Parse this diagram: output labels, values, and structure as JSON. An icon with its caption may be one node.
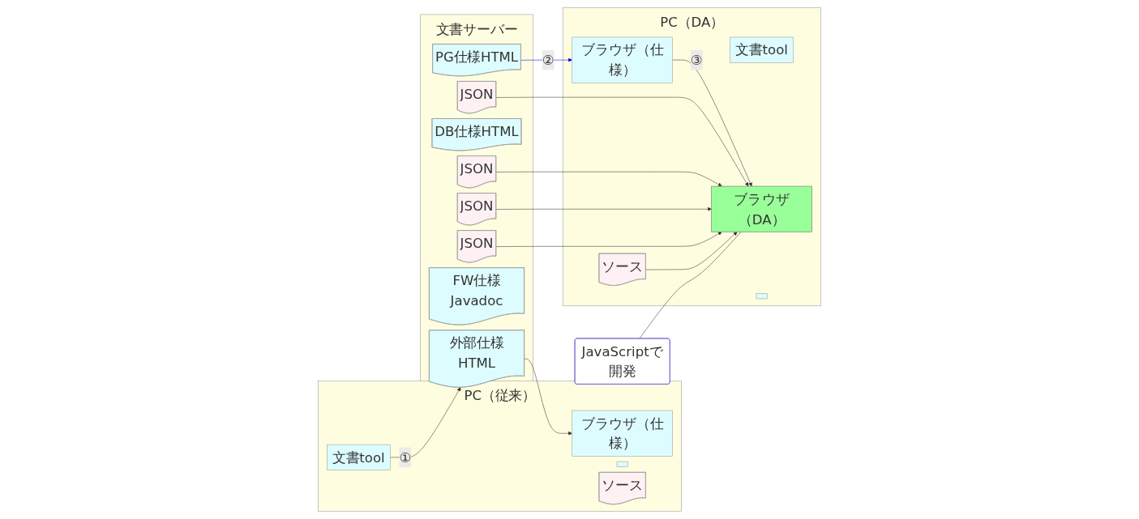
{
  "diagram": {
    "nodes": [
      {
        "text": [
          "PC（従来）"
        ]
      },
      {
        "text": [
          "文書tool"
        ],
        "in": 0
      },
      {
        "text": [
          "ブラウザ（仕様）"
        ],
        "in": 0
      },
      {
        "text": [],
        "shape": "box",
        "in": 0
      },
      {
        "text": [
          "ソース"
        ],
        "in": 0
      },
      {
        "text": [
          "文書サーバー"
        ]
      },
      {
        "text": [
          "外部仕様HTML"
        ],
        "in": 5
      },
      {
        "text": [
          "JSON"
        ],
        "in": 5
      },
      {
        "text": [
          "DB仕様HTML"
        ],
        "in": 5
      },
      {
        "text": [
          "JSON"
        ],
        "in": 5
      },
      {
        "text": [
          "PG仕様HTML"
        ],
        "in": 5
      },
      {
        "text": [
          "JSON"
        ],
        "in": 5
      },
      {
        "text": [
          "FW仕様Javadoc"
        ],
        "in": 5
      },
      {
        "text": [
          "JSON"
        ],
        "in": 5
      },
      {
        "text": [
          "PC（DA）"
        ]
      },
      {
        "text": [
          "文書tool"
        ],
        "in": 14
      },
      {
        "text": [
          "ブラウザ（仕様）"
        ],
        "in": 14
      },
      {
        "text": [
          "ブラウザ（DA）"
        ],
        "in": 14
      },
      {
        "text": [],
        "shape": "box",
        "in": 14
      },
      {
        "text": [
          "ソース"
        ],
        "in": 14
      },
      {
        "text": [
          "JavaScriptで開発"
        ]
      }
    ],
    "edges": [
      {
        "from": 1,
        "to": 6,
        "arrow": "to",
        "label": "①"
      },
      {
        "from": 6,
        "to": 2,
        "arrow": "to"
      },
      {
        "from": 10,
        "to": 16,
        "arrow": "to",
        "label": "②",
        "color": "#0000ff"
      },
      {
        "from": 16,
        "to": 17,
        "arrow": "to",
        "label": "③"
      },
      {
        "from": 7,
        "to": 17,
        "arrow": "to"
      },
      {
        "from": 9,
        "to": 17,
        "arrow": "to"
      },
      {
        "from": 11,
        "to": 17,
        "arrow": "to"
      },
      {
        "from": 13,
        "to": 17,
        "arrow": "to"
      },
      {
        "from": 19,
        "to": 17,
        "arrow": "to"
      },
      {
        "from": 20,
        "to": 17,
        "arrow": "none"
      }
    ]
  }
}
